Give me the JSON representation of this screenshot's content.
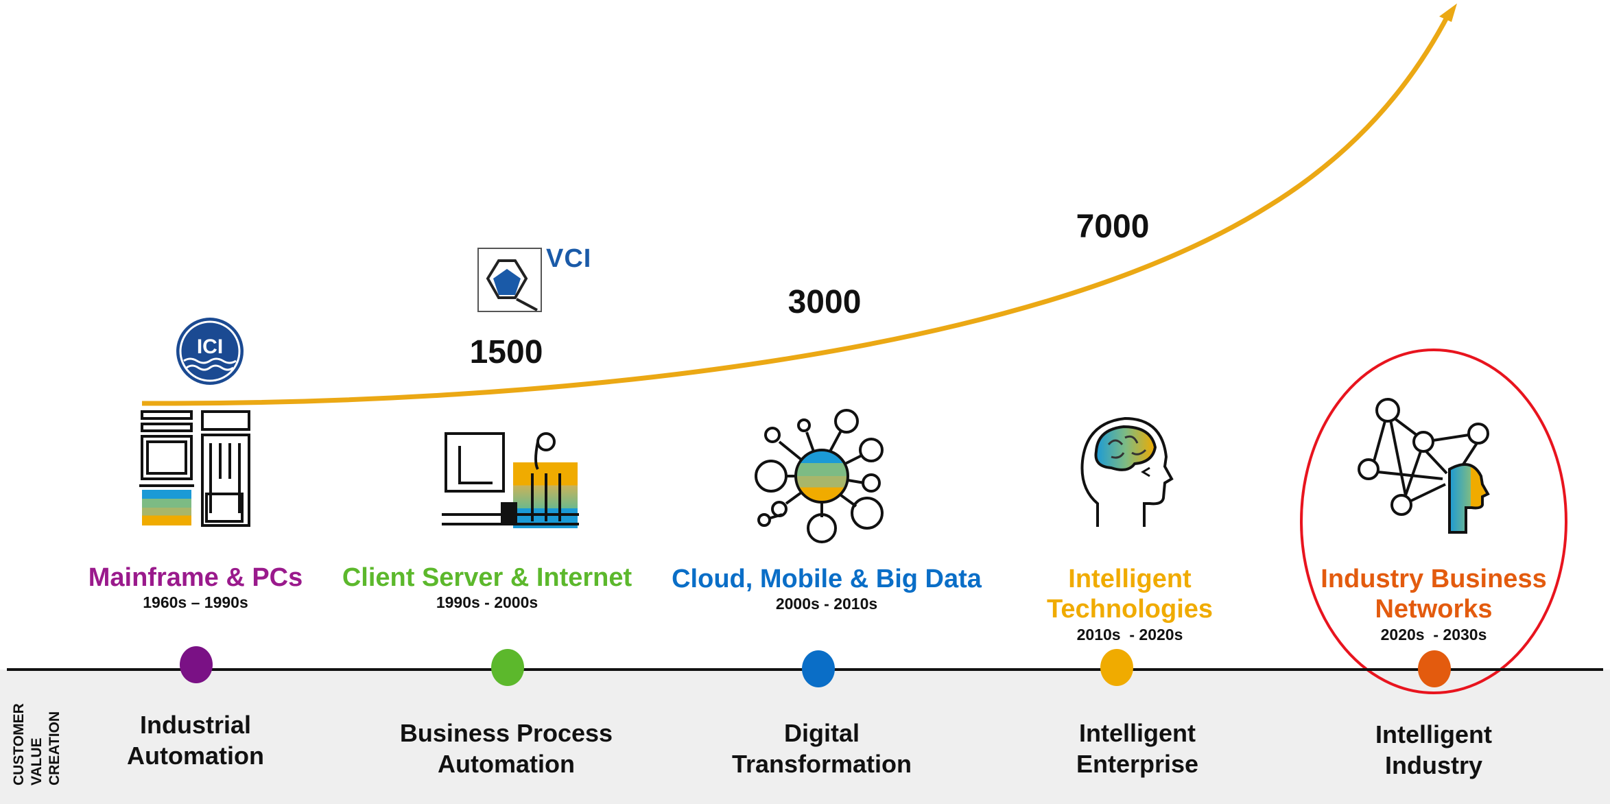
{
  "milestones": [
    "1500",
    "3000",
    "7000"
  ],
  "logos": {
    "ici": "ICI",
    "vci": "VCI"
  },
  "eras": [
    {
      "title": "Mainframe & PCs",
      "years": "1960s – 1990s",
      "color": "#9a1a8c",
      "value": "Industrial\nAutomation",
      "icon": "computer-icon"
    },
    {
      "title": "Client Server & Internet",
      "years": "1990s - 2000s",
      "color": "#5cb82c",
      "value": "Business Process\nAutomation",
      "icon": "desk-worker-icon"
    },
    {
      "title": "Cloud, Mobile & Big Data",
      "years": "2000s - 2010s",
      "color": "#0a6ec7",
      "value": "Digital\nTransformation",
      "icon": "network-hub-icon"
    },
    {
      "title": "Intelligent\nTechnologies",
      "years": "2010s  - 2020s",
      "color": "#f0ab00",
      "value": "Intelligent\nEnterprise",
      "icon": "brain-head-icon"
    },
    {
      "title": "Industry Business\nNetworks",
      "years": "2020s  - 2030s",
      "color": "#e35b0e",
      "value": "Intelligent\nIndustry",
      "icon": "network-head-icon"
    }
  ],
  "axis_label": "CUSTOMER\nVALUE\nCREATION",
  "colors": {
    "curve": "#eba814",
    "highlight_circle": "#e8141e",
    "timeline": "#111111",
    "band": "#efefef"
  }
}
